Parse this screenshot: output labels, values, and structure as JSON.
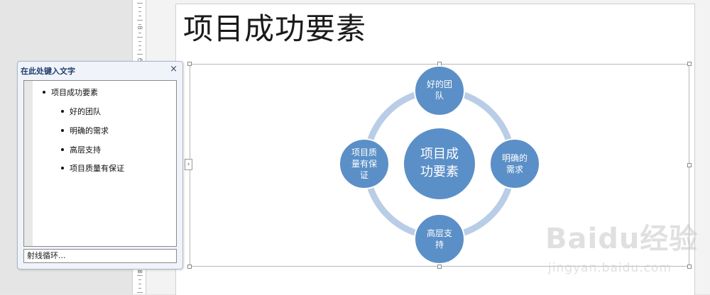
{
  "slide": {
    "title": "项目成功要素"
  },
  "text_pane": {
    "title": "在此处键入文字",
    "close_glyph": "×",
    "items": [
      {
        "text": "项目成功要素",
        "level": 1
      },
      {
        "text": "好的团队",
        "level": 2
      },
      {
        "text": "明确的需求",
        "level": 2
      },
      {
        "text": "高层支持",
        "level": 2
      },
      {
        "text": "项目质量有保证",
        "level": 2
      }
    ],
    "footer": "射线循环..."
  },
  "smartart": {
    "layout": "radial-cycle",
    "center": {
      "lines": [
        "项目成",
        "功要素"
      ]
    },
    "nodes": [
      {
        "id": "top",
        "lines": [
          "好的团",
          "队"
        ]
      },
      {
        "id": "right",
        "lines": [
          "明确的",
          "需求"
        ]
      },
      {
        "id": "bottom",
        "lines": [
          "高层支",
          "持"
        ]
      },
      {
        "id": "left",
        "lines": [
          "项目质",
          "量有保",
          "证"
        ]
      }
    ],
    "colors": {
      "node_fill": "#5b8fc7",
      "ring": "#b9cde6",
      "node_border": "#ffffff"
    }
  },
  "ruler": {
    "labels": [
      "8",
      "5",
      "8"
    ]
  },
  "watermark": {
    "logo": "Baidu经验",
    "url": "jingyan.baidu.com"
  }
}
